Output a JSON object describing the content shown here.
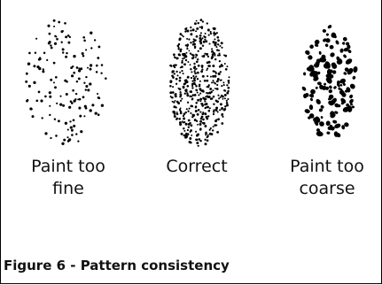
{
  "figure": {
    "caption": "Figure 6 - Pattern consistency",
    "panels": [
      {
        "id": "fine",
        "label": "Paint too\nfine",
        "density": "sparse",
        "dot_size": "small"
      },
      {
        "id": "correct",
        "label": "Correct",
        "density": "dense",
        "dot_size": "small"
      },
      {
        "id": "coarse",
        "label": "Paint too\ncoarse",
        "density": "medium",
        "dot_size": "large"
      }
    ]
  },
  "colors": {
    "dots": "#000000",
    "background": "#ffffff",
    "frame": "#000000"
  }
}
